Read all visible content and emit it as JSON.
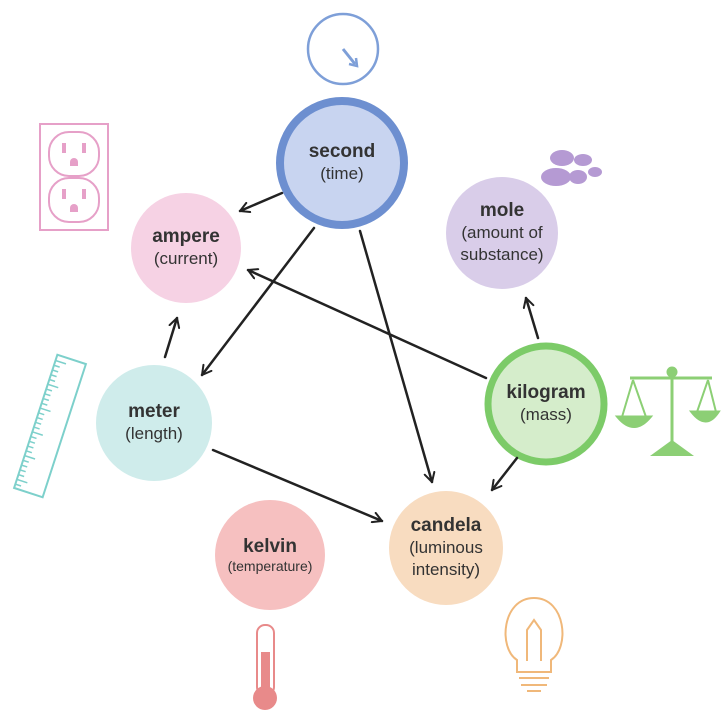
{
  "diagram": {
    "units": {
      "second": {
        "name": "second",
        "quantity": "(time)",
        "color": "#c8d4f0",
        "ring": "#6d8fd0"
      },
      "ampere": {
        "name": "ampere",
        "quantity": "(current)",
        "color": "#f6d2e4"
      },
      "mole": {
        "name": "mole",
        "quantity": "(amount of substance)",
        "quantity_line1": "(amount of",
        "quantity_line2": "substance)",
        "color": "#d9cde9"
      },
      "meter": {
        "name": "meter",
        "quantity": "(length)",
        "color": "#cfeceb"
      },
      "kilogram": {
        "name": "kilogram",
        "quantity": "(mass)",
        "color": "#d5edcb",
        "ring": "#7ccb68"
      },
      "kelvin": {
        "name": "kelvin",
        "quantity": "(temperature)",
        "color": "#f6c0c0"
      },
      "candela": {
        "name": "candela",
        "quantity": "(luminous intensity)",
        "quantity_line1": "(luminous",
        "quantity_line2": "intensity)",
        "color": "#f8dcc0"
      }
    },
    "dependencies": [
      {
        "from": "second",
        "to": "ampere"
      },
      {
        "from": "second",
        "to": "meter"
      },
      {
        "from": "second",
        "to": "candela"
      },
      {
        "from": "meter",
        "to": "ampere"
      },
      {
        "from": "meter",
        "to": "candela"
      },
      {
        "from": "kilogram",
        "to": "ampere"
      },
      {
        "from": "kilogram",
        "to": "mole"
      },
      {
        "from": "kilogram",
        "to": "candela"
      }
    ],
    "icons": [
      "clock-icon",
      "outlet-icon",
      "molecules-icon",
      "ruler-icon",
      "scale-icon",
      "thermometer-icon",
      "lightbulb-icon"
    ],
    "icon_colors": {
      "clock": "#7e9fd8",
      "outlet": "#e6a0c8",
      "molecules": "#b59ad3",
      "ruler": "#7dd0cb",
      "scale": "#8ccf75",
      "thermometer": "#e88a8a",
      "bulb": "#f0b87a"
    }
  }
}
